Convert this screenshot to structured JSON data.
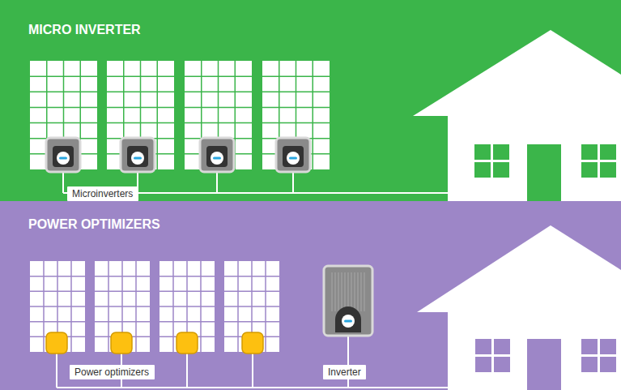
{
  "diagram": {
    "nodes": [
      {
        "text": [
          "MICRO INVERTER"
        ]
      },
      {
        "text": [
          "Microinverters"
        ],
        "in": 0
      },
      {
        "text": [
          "POWER OPTIMIZERS"
        ]
      },
      {
        "text": [
          "Power optimizers"
        ],
        "in": 2
      },
      {
        "text": [
          "Inverter"
        ],
        "in": 2
      }
    ]
  }
}
